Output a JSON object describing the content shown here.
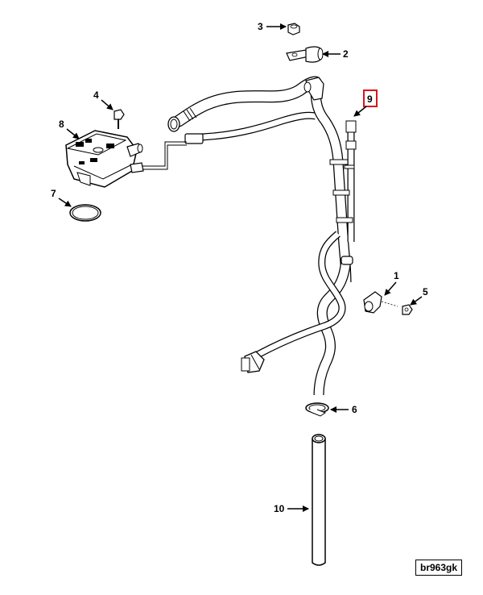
{
  "callouts": {
    "c1": "1",
    "c2": "2",
    "c3": "3",
    "c4": "4",
    "c5": "5",
    "c6": "6",
    "c7": "7",
    "c8": "8",
    "c9": "9",
    "c10": "10"
  },
  "highlighted_callout": "9",
  "highlight_color": "#d8141d",
  "figure_ref": "br963gk"
}
